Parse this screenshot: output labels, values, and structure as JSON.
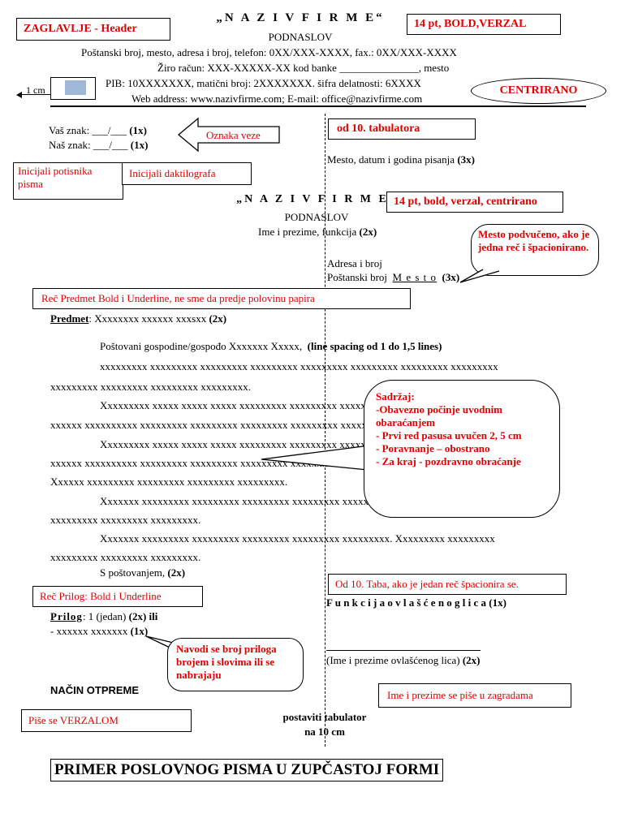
{
  "header": {
    "label": "ZAGLAVLJE - Header",
    "firm": "„N A Z I V   F I R M E“",
    "subtitle": "PODNASLOV",
    "line1": "Poštanski broj, mesto, adresa i broj, telefon: 0XX/XXX-XXXX, fax.: 0XX/XXX-XXXX",
    "line2": "Žiro račun: XXX-XXXXX-XX kod banke _______________, mesto",
    "line3": "PIB: 10XXXXXXX, matični broj: 2XXXXXXX. šifra delatnosti: 6XXXX",
    "line4": "Web address: www.nazivfirme.com; E-mail: office@nazivfirme.com",
    "note_font": "14 pt, BOLD,VERZAL",
    "centrirano": "CENTRIRANO",
    "cm": "1 cm"
  },
  "refs": {
    "vas": "Vaš znak: ___/___",
    "nas": "Naš znak: ___/___",
    "count": "(1x)",
    "oznaka": "Oznaka veze",
    "inicijali_potpisnika": "Inicijali potisnika pisma",
    "inicijali_dakt": "Inicijali daktilografa",
    "od10": "od 10. tabulatora",
    "mesto_datum": "Mesto, datum i godina pisanja",
    "mesto_datum_count": "(3x)"
  },
  "recipient": {
    "firm": "„N A Z I V   F I R M E“",
    "subtitle": "PODNASLOV",
    "ime": "Ime i prezime, funkcija",
    "ime_count": "(2x)",
    "note_font": "14 pt, bold, verzal, centrirano",
    "adresa": "Adresa i broj",
    "postanski": "Poštanski broj",
    "mesto": "M e s t o",
    "mesto_count": "(3x)",
    "bubble": "Mesto podvučeno, ako je jedna reč i špacionirano."
  },
  "predmet": {
    "note": "Reč Predmet Bold i Underline, ne sme da predje polovinu papira",
    "label": "Predmet",
    "text": ": Xxxxxxxx xxxxxx xxxsxx",
    "count": "(2x)"
  },
  "body": {
    "greeting": "Poštovani gospodine/gospođo Xxxxxxx Xxxxx,",
    "greeting_note": "(line spacing od 1 do 1,5 lines)",
    "p1a": "xxxxxxxxx xxxxxxxxx xxxxxxxxx xxxxxxxxx xxxxxxxxx xxxxxxxxx xxxxxxxxx xxxxxxxxx",
    "p1b": "xxxxxxxxx xxxxxxxxx xxxxxxxxx xxxxxxxxx.",
    "p2a": "Xxxxxxxxx xxxxx xxxxx xxxxx xxxxxxxxx xxxxxxxxx xxxxxxxxx xxxxxxxxx xxxxxxxxx xxx",
    "p2b": "xxxxxx xxxxxxxxxx xxxxxxxxx xxxxxxxxx xxxxxxxxx xxxxxxxxx xxxxxxxxx xxxxxxxxx xx.",
    "p3a": "Xxxxxxxxx xxxxx xxxxx xxxxx xxxxxxxxx xxxxxxxxx xxxxxxxxx xxxxxxxxx xxxxxxxxx xxx",
    "p3b": "xxxxxx xxxxxxxxxx xxxxxxxxx xxxxxxxxx xxxxxxxxx xxxxxxxxx xxxxxxxxx xxxxxxxxx xx.",
    "p3c": "Xxxxxx xxxxxxxxx xxxxxxxxx xxxxxxxxx xxxxxxxxx.",
    "p4a": "Xxxxxxx xxxxxxxxx xxxxxxxxx xxxxxxxxx xxxxxxxxx xxxxxxxxx xxxxxxxxx xxxxxxxxx xxx",
    "p4b": "xxxxxxxxx xxxxxxxxx xxxxxxxxx.",
    "p5a": "Xxxxxxx xxxxxxxxx xxxxxxxxx xxxxxxxxx xxxxxxxxx xxxxxxxxx. Xxxxxxxxx xxxxxxxxx",
    "p5b": "xxxxxxxxx xxxxxxxxx xxxxxxxxx.",
    "bubble_title": "Sadržaj:",
    "bubble_1": " -Obavezno počinje uvodnim obaraćanjem",
    "bubble_2": "- Prvi red pasusa uvučen 2, 5 cm",
    "bubble_3": "- Poravnanje – obostrano",
    "bubble_4": "- Za kraj  - pozdravno obraćanje"
  },
  "closing": {
    "pozdrav": "S poštovanjem,",
    "pozdrav_count": "(2x)",
    "note_tab": "Od 10. Taba, ako je jedan reč špacionira se.",
    "funkcija": "F u n k c i j a   o v l a š ć e n o g   l i c a",
    "funkcija_count": "(1x)",
    "ime": "(Ime i prezime ovlašćenog lica)",
    "ime_count": "(2x)",
    "ime_note": "Ime i prezime se piše u zagradama"
  },
  "prilog": {
    "note": "Reč Prilog: Bold i Underline",
    "label": "Prilog",
    "text": ": 1 (jedan)",
    "count": "(2x) ili",
    "item": "- xxxxxx xxxxxxx",
    "item_count": "(1x)",
    "bubble": "Navodi se broj priloga brojem i slovima ili se nabrajaju"
  },
  "footer": {
    "nacin": "NAČIN OTPREME",
    "verzal": "Piše se VERZALOM",
    "tab1": "postaviti tabulator",
    "tab2": "na 10 cm",
    "title": "PRIMER POSLOVNOG PISMA U ZUPČASTOJ FORMI"
  }
}
